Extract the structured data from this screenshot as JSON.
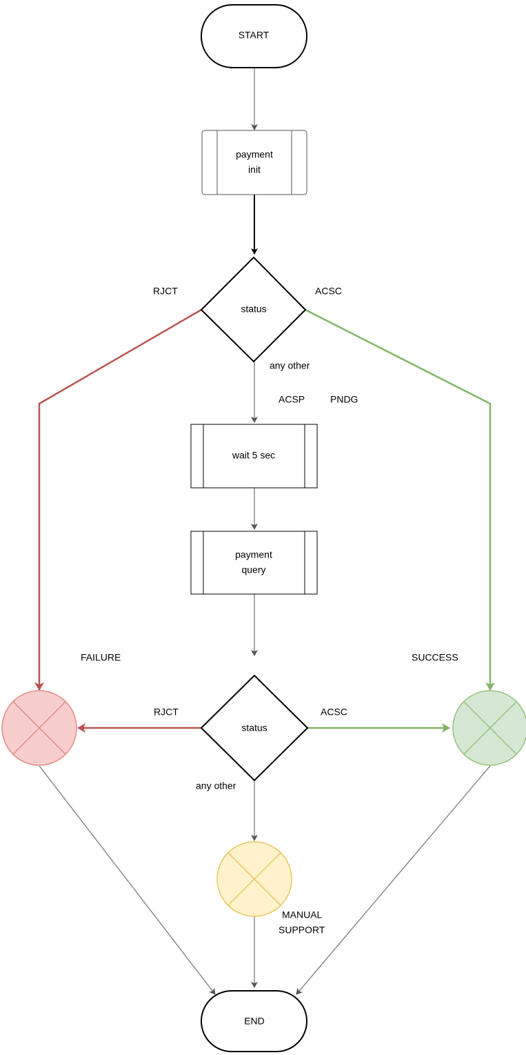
{
  "diagram": {
    "start": {
      "label": "START"
    },
    "end": {
      "label": "END"
    },
    "payment_init": {
      "line1": "payment",
      "line2": "init"
    },
    "status_1": {
      "label": "status"
    },
    "status_2": {
      "label": "status"
    },
    "wait": {
      "label": "wait 5 sec"
    },
    "payment_query": {
      "line1": "payment",
      "line2": "query"
    },
    "failure": {
      "label": "FAILURE"
    },
    "success": {
      "label": "SUCCESS"
    },
    "manual_support": {
      "line1": "MANUAL",
      "line2": "SUPPORT"
    },
    "edge_labels": {
      "rjct_1": "RJCT",
      "acsc_1": "ACSC",
      "any_other_1": "any other",
      "acsp": "ACSP",
      "pndg": "PNDG",
      "rjct_2": "RJCT",
      "acsc_2": "ACSC",
      "any_other_2": "any other"
    }
  },
  "colors": {
    "gray_edge": "#8a8a8a",
    "black_edge": "#000000",
    "red_edge": "#b85450",
    "green_edge": "#82b366",
    "failure_fill": "#f8cecc",
    "failure_stroke": "#e08a87",
    "success_fill": "#d5e8d4",
    "success_stroke": "#94c17b",
    "manual_fill": "#fff2cc",
    "manual_stroke": "#e8c65f"
  }
}
